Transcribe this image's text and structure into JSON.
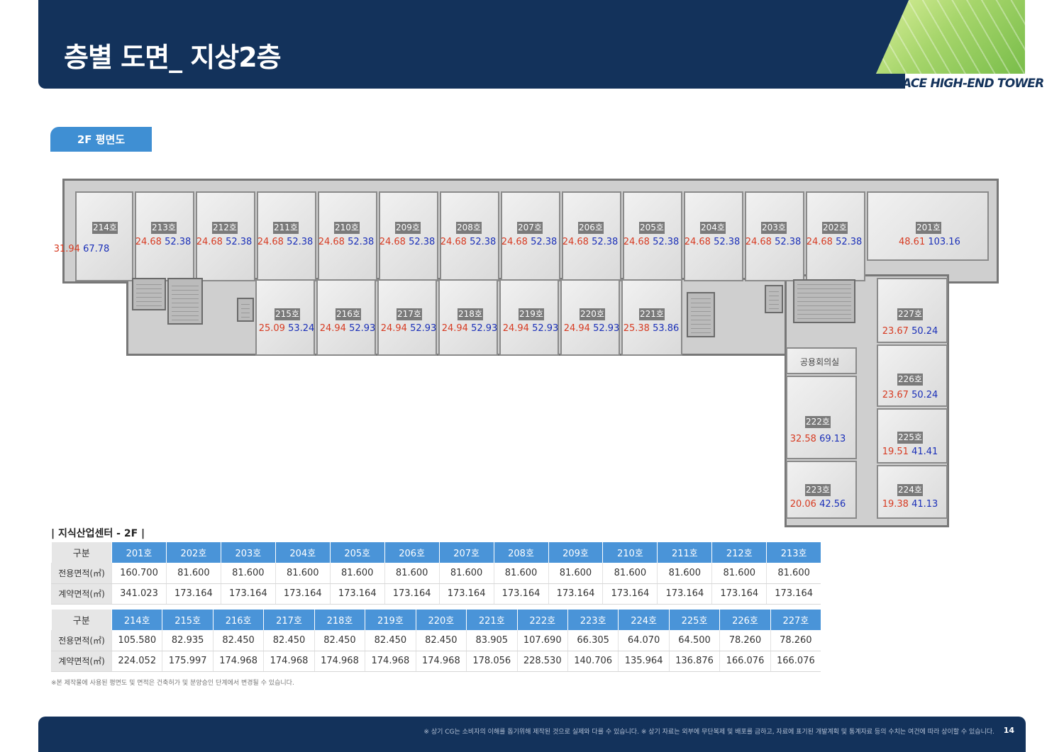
{
  "header": {
    "title": "층별 도면_ 지상2층",
    "brand": "ACE HIGH-END TOWER"
  },
  "badge": "2F 평면도",
  "rooms": [
    {
      "id": "214호",
      "ex": "31.94",
      "ct": "67.78"
    },
    {
      "id": "213호",
      "ex": "24.68",
      "ct": "52.38"
    },
    {
      "id": "212호",
      "ex": "24.68",
      "ct": "52.38"
    },
    {
      "id": "211호",
      "ex": "24.68",
      "ct": "52.38"
    },
    {
      "id": "210호",
      "ex": "24.68",
      "ct": "52.38"
    },
    {
      "id": "209호",
      "ex": "24.68",
      "ct": "52.38"
    },
    {
      "id": "208호",
      "ex": "24.68",
      "ct": "52.38"
    },
    {
      "id": "207호",
      "ex": "24.68",
      "ct": "52.38"
    },
    {
      "id": "206호",
      "ex": "24.68",
      "ct": "52.38"
    },
    {
      "id": "205호",
      "ex": "24.68",
      "ct": "52.38"
    },
    {
      "id": "204호",
      "ex": "24.68",
      "ct": "52.38"
    },
    {
      "id": "203호",
      "ex": "24.68",
      "ct": "52.38"
    },
    {
      "id": "202호",
      "ex": "24.68",
      "ct": "52.38"
    },
    {
      "id": "201호",
      "ex": "48.61",
      "ct": "103.16"
    },
    {
      "id": "215호",
      "ex": "25.09",
      "ct": "53.24"
    },
    {
      "id": "216호",
      "ex": "24.94",
      "ct": "52.93"
    },
    {
      "id": "217호",
      "ex": "24.94",
      "ct": "52.93"
    },
    {
      "id": "218호",
      "ex": "24.94",
      "ct": "52.93"
    },
    {
      "id": "219호",
      "ex": "24.94",
      "ct": "52.93"
    },
    {
      "id": "220호",
      "ex": "24.94",
      "ct": "52.93"
    },
    {
      "id": "221호",
      "ex": "25.38",
      "ct": "53.86"
    },
    {
      "id": "227호",
      "ex": "23.67",
      "ct": "50.24"
    },
    {
      "id": "226호",
      "ex": "23.67",
      "ct": "50.24"
    },
    {
      "id": "225호",
      "ex": "19.51",
      "ct": "41.41"
    },
    {
      "id": "224호",
      "ex": "19.38",
      "ct": "41.13"
    },
    {
      "id": "222호",
      "ex": "32.58",
      "ct": "69.13"
    },
    {
      "id": "223호",
      "ex": "20.06",
      "ct": "42.56"
    }
  ],
  "meeting_room": "공용회의실",
  "table_title": "| 지식산업센터 - 2F |",
  "table1": {
    "labels": [
      "구분",
      "전용면적(㎡)",
      "계약면적(㎡)"
    ],
    "units": [
      "201호",
      "202호",
      "203호",
      "204호",
      "205호",
      "206호",
      "207호",
      "208호",
      "209호",
      "210호",
      "211호",
      "212호",
      "213호"
    ],
    "exclusive": [
      "160.700",
      "81.600",
      "81.600",
      "81.600",
      "81.600",
      "81.600",
      "81.600",
      "81.600",
      "81.600",
      "81.600",
      "81.600",
      "81.600",
      "81.600"
    ],
    "contract": [
      "341.023",
      "173.164",
      "173.164",
      "173.164",
      "173.164",
      "173.164",
      "173.164",
      "173.164",
      "173.164",
      "173.164",
      "173.164",
      "173.164",
      "173.164"
    ]
  },
  "table2": {
    "labels": [
      "구분",
      "전용면적(㎡)",
      "계약면적(㎡)"
    ],
    "units": [
      "214호",
      "215호",
      "216호",
      "217호",
      "218호",
      "219호",
      "220호",
      "221호",
      "222호",
      "223호",
      "224호",
      "225호",
      "226호",
      "227호"
    ],
    "exclusive": [
      "105.580",
      "82.935",
      "82.450",
      "82.450",
      "82.450",
      "82.450",
      "82.450",
      "83.905",
      "107.690",
      "66.305",
      "64.070",
      "64.500",
      "78.260",
      "78.260"
    ],
    "contract": [
      "224.052",
      "175.997",
      "174.968",
      "174.968",
      "174.968",
      "174.968",
      "174.968",
      "178.056",
      "228.530",
      "140.706",
      "135.964",
      "136.876",
      "166.076",
      "166.076"
    ]
  },
  "note": "※본 제작물에 사용된 평면도 및 면적은 건축허가 및 분양승인 단계에서 변경될 수 있습니다.",
  "footer": {
    "disclaimer": "※ 상기 CG는 소비자의 이해를 돕기위해 제작된 것으로 실제와 다를 수 있습니다.  ※ 상기 자료는 외부에 무단복제 및 배포를 금하고, 자료에 표기된 개발계획 및 통계자료 등의 수치는 여건에 따라 상이할 수 있습니다.",
    "page": "14"
  }
}
